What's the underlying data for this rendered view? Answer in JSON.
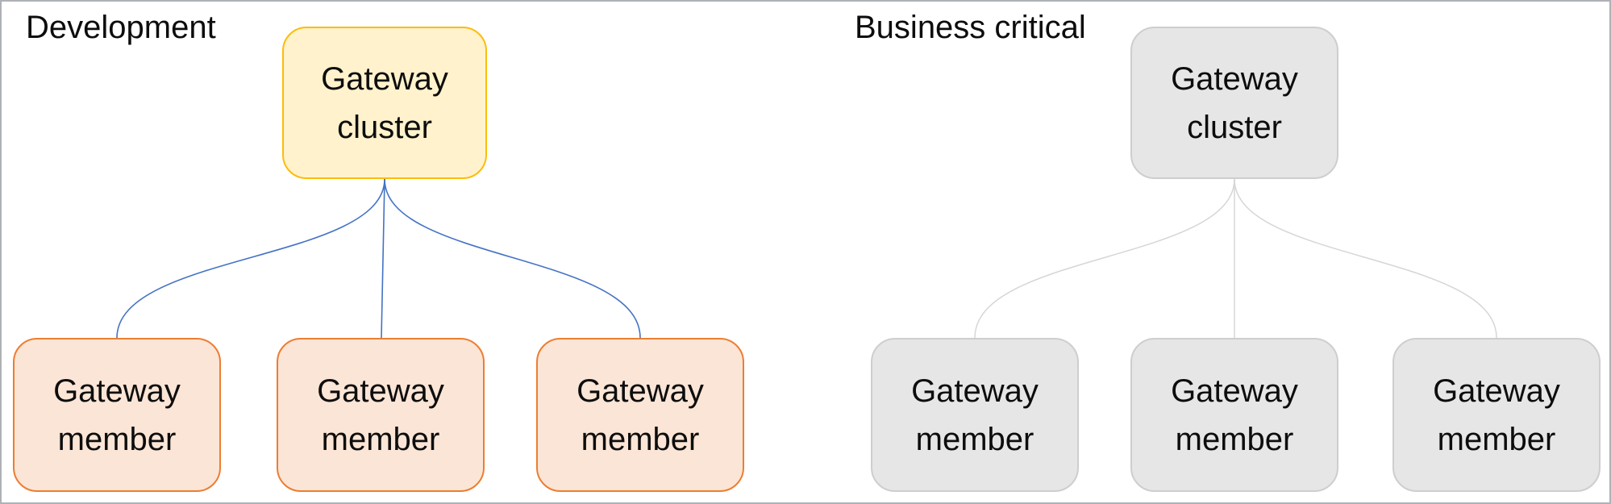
{
  "page": {
    "background": "#ffffff",
    "border_color": "#aeb2b6"
  },
  "diagrams": [
    {
      "title": "Development",
      "cluster": {
        "label": "Gateway cluster"
      },
      "members": [
        {
          "label": "Gateway member"
        },
        {
          "label": "Gateway member"
        },
        {
          "label": "Gateway member"
        }
      ],
      "colors": {
        "cluster_fill": "#fff2cc",
        "cluster_border": "#fbbd0a",
        "member_fill": "#fbe5d6",
        "member_border": "#ed7d31",
        "connector": "#4472c4"
      }
    },
    {
      "title": "Business critical",
      "cluster": {
        "label": "Gateway cluster"
      },
      "members": [
        {
          "label": "Gateway member"
        },
        {
          "label": "Gateway member"
        },
        {
          "label": "Gateway member"
        }
      ],
      "colors": {
        "cluster_fill": "#e7e6e6",
        "cluster_border": "#cfcdcd",
        "member_fill": "#e7e6e6",
        "member_border": "#cfcdcd",
        "connector": "#d6d6d6"
      }
    }
  ]
}
